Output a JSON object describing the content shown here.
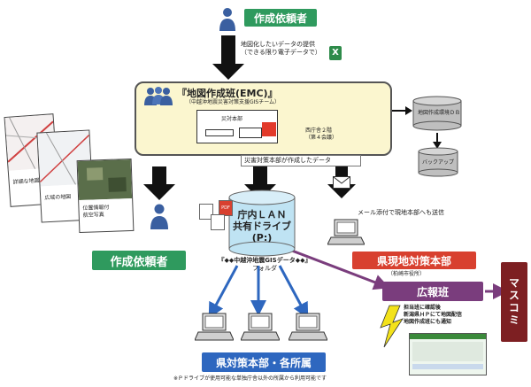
{
  "requester_top": "作成依頼者",
  "requester_bottom": "作成依頼者",
  "provide_data": [
    "地図化したいデータの提供",
    "（できる限り電子データで）"
  ],
  "emc": {
    "title": "『地図作成班(EMC)』",
    "subtitle": "（中越沖地震災害対策支援GISチーム）",
    "room_label": "災対本部",
    "building": [
      "西庁舎２階",
      "（第４会議）"
    ]
  },
  "db_label": "地図作成環境ＤＢ",
  "backup_label": "バックアップ",
  "hq_data": "災害対策本部が作成したデータ",
  "maps": {
    "detail": "詳細な地図",
    "wide": "広域の地図",
    "aerial": [
      "位置情報付",
      "航空写真"
    ]
  },
  "lan": {
    "line1": "庁内ＬＡＮ",
    "line2": "共有ドライブ",
    "line3": "(P:)"
  },
  "folder": [
    "『◆◆中越沖地震GISデータ◆◆』",
    "フォルダ"
  ],
  "mail_note": "メール添付で現地本部へも送信",
  "local_hq": {
    "title": "県現地対策本部",
    "sub": "（柏崎市役所）"
  },
  "pr_team": "広報班",
  "media": "マスコミ",
  "pr_notes": [
    "担当班に確認後",
    "新潟県ＨＰにて地図配信",
    "地図作成班にも通知"
  ],
  "prefecture": "県対策本部・各所属",
  "footnote": "※Ｐドライブが使用可能な単独庁舎以外の所属から利用可能です"
}
